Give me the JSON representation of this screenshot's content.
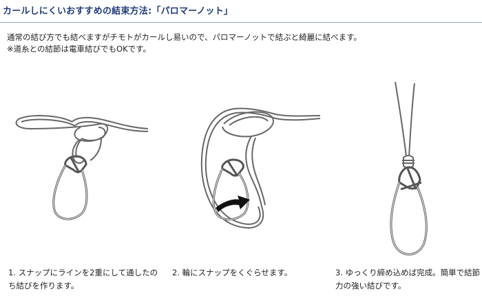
{
  "header": {
    "title": "カールしにくいおすすめの結束方法:「パロマーノット」"
  },
  "intro": {
    "line1": "通常の結び方でも結べますがチモトがカールし易いので、パロマーノットで結ぶと綺麗に結べます。",
    "line2": "※道糸との結節は電車結びでもOKです。"
  },
  "steps": [
    {
      "line1": "1. スナップにラインを2重にして通したの",
      "line2": "ち結びを作ります。"
    },
    {
      "line1": "2. 輪にスナップをくぐらせます。",
      "line2": ""
    },
    {
      "line1": "3. ゆっくり締め込めば完成。簡単で結節",
      "line2": "力の強い結びです。"
    }
  ],
  "colors": {
    "title": "#1f3b78",
    "rule": "#9aa6b8",
    "arrow": "#111111"
  },
  "icons": {
    "step1": "palomar-knot-step1-illustration",
    "step2": "palomar-knot-step2-illustration",
    "step3": "palomar-knot-step3-illustration",
    "arrow": "curved-arrow-icon"
  }
}
